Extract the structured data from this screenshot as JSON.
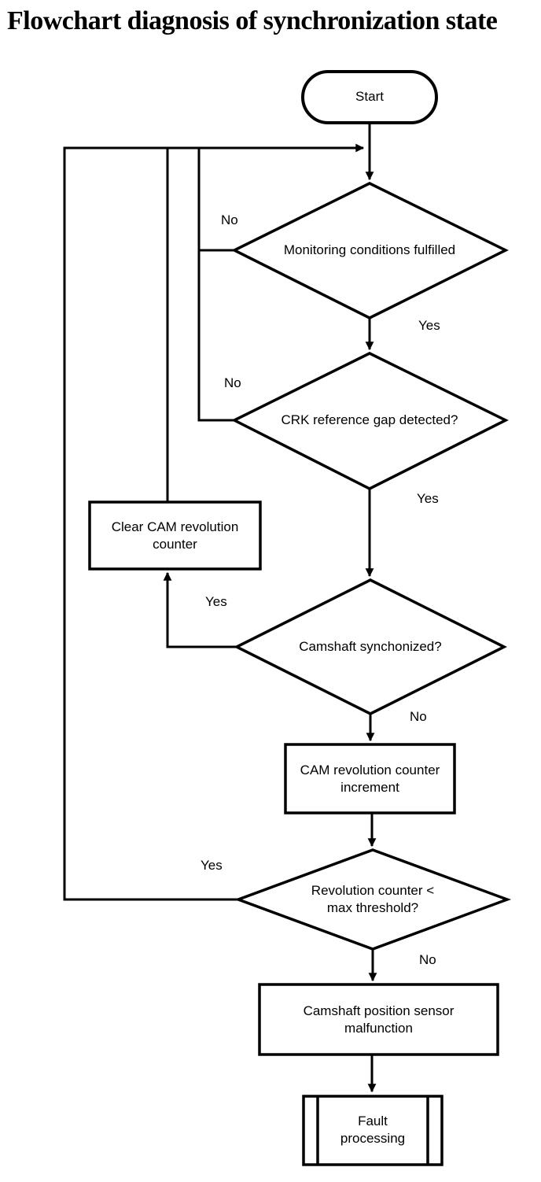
{
  "title": "Flowchart diagnosis of synchronization state",
  "colors": {
    "background": "#ffffff",
    "line": "#000000",
    "text": "#000000"
  },
  "nodes": {
    "start": {
      "type": "terminator",
      "label": "Start"
    },
    "monitoring": {
      "type": "decision",
      "label": "Monitoring conditions fulfilled"
    },
    "crk_gap": {
      "type": "decision",
      "label": "CRK reference gap detected?"
    },
    "clear_counter": {
      "type": "process",
      "label": "Clear CAM revolution counter"
    },
    "camshaft_sync": {
      "type": "decision",
      "label": "Camshaft synchonized?"
    },
    "counter_increment": {
      "type": "process",
      "label": "CAM revolution counter increment"
    },
    "revolution_threshold": {
      "type": "decision",
      "label": "Revolution counter < max threshold?"
    },
    "sensor_malfunction": {
      "type": "process",
      "label": "Camshaft position sensor malfunction"
    },
    "fault_processing": {
      "type": "predefined-process",
      "label": "Fault processing"
    }
  },
  "edge_labels": {
    "monitoring_no": "No",
    "monitoring_yes": "Yes",
    "crk_no": "No",
    "crk_yes": "Yes",
    "camshaft_yes": "Yes",
    "camshaft_no": "No",
    "revolution_yes": "Yes",
    "revolution_no": "No"
  }
}
